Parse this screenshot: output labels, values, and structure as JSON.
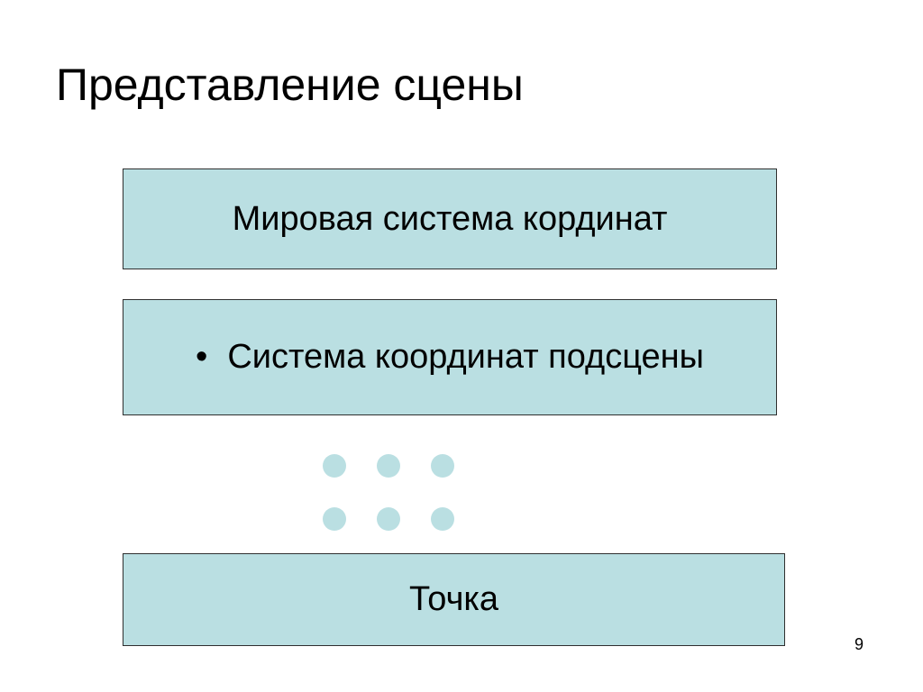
{
  "slide": {
    "title": "Представление сцены",
    "page_number": "9"
  },
  "diagram": {
    "world_box": "Мировая система кординат",
    "subscene_box": {
      "bullet": "•",
      "text": "Система координат подсцены"
    },
    "point_box": "Точка",
    "ellipsis_dots": {
      "rows": 2,
      "columns": 3
    }
  },
  "colors": {
    "box_fill": "#badfe2",
    "box_border": "#2f2f2f",
    "dot_fill": "#badfe2",
    "text": "#000000",
    "background": "#ffffff"
  }
}
